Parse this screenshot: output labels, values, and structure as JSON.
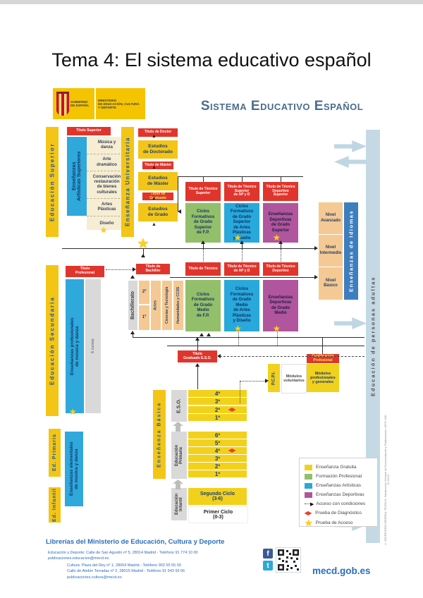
{
  "title": "Tema 4: El sistema educativo español",
  "logo": {
    "gobierno": "GOBIERNO\nDE ESPAÑA",
    "ministerio": "MINISTERIO\nDE EDUCACIÓN, CULTURA\nY DEPORTE"
  },
  "header": "Sistema Educativo Español",
  "icons": {
    "star": "★",
    "diamond": "◆",
    "arrow_up": "▲",
    "arrow_right": "▶"
  },
  "colors": {
    "yellow": "#F3C516",
    "red_label": "#E0352C",
    "cyan": "#29A8DC",
    "green": "#93BF6B",
    "purple": "#B1559E",
    "orange": "#F5C993",
    "adult_blue": "#C4D9E4",
    "idiomas_blue": "#3D7EBF",
    "footer_blue": "#2A6EBB"
  },
  "bars": {
    "superior": "Educación Superior",
    "secundaria": "Educación Secundaria",
    "ed_primaria": "Ed. Primaria",
    "ed_infantil": "Ed. Infantil",
    "basica": "Enseñanza Básica",
    "universitaria": "Enseñanza Universitaria",
    "adultos": "Educación de personas adultas"
  },
  "universidad": {
    "titulo_doctor": "Título de Doctor",
    "doctorado": "Estudios\nde Doctorado",
    "titulo_master": "Título de Máster",
    "master": "Estudios\nde Máster",
    "titulo_graduado": "Título de Graduado",
    "grado": "Estudios\nde Grado"
  },
  "artisticas": {
    "titulo": "Título Superior",
    "bar": "Enseñanzas\nArtísticas Superiores",
    "items": [
      "Música y\ndanza",
      "Arte\ndramático",
      "Conservación\nrestauración\nde bienes\nculturales",
      "Artes\nPlásticas",
      "Diseño"
    ]
  },
  "superior_fp": {
    "labels": [
      "Título de Técnico\nSuperior",
      "Título de Técnico\nSuperior\nde AP y D",
      "Título de Técnico\nDeportivo\nSuperior"
    ],
    "boxes": [
      "Ciclos\nFormativos\nde Grado\nSuperior\nde F.P.",
      "Ciclos\nFormativos\nde Grado\nSuperior\nde Artes\nPlásticas\ny Diseño",
      "Enseñanzas\nDeportivas\nde Grado\nSuperior"
    ]
  },
  "medio_fp": {
    "labels": [
      "Título de Técnico",
      "Título de Técnico\nde AP y D",
      "Título de Técnico\nDeportivo"
    ],
    "boxes": [
      "Ciclos\nFormativos\nde Grado\nMedio\nde F.P.",
      "Ciclos\nFormativos\nde Grado\nMedio\nde Artes\nPlásticas\ny Diseño",
      "Enseñanzas\nDeportivas\nde Grado\nMedio"
    ]
  },
  "bachillerato": {
    "titulo": "Título de\nBachiller",
    "bar": "Bachillerato",
    "cursos": [
      "2º",
      "1º"
    ],
    "modalidades": [
      "Artes",
      "Ciencias y Tecnología",
      "Humanidades y CCSS"
    ]
  },
  "musica": {
    "titulo_profesional": "Título\nProfesional",
    "profesionales": "Enseñanzas profesionales\nde música y danza",
    "cursos": "6 cursos",
    "elementales": "Enseñanzas elementales\nde música y danza"
  },
  "idiomas": {
    "bar": "Enseñanzas de Idiomas",
    "niveles": [
      "Nivel\nAvanzado",
      "Nivel\nIntermedio",
      "Nivel\nBásico"
    ]
  },
  "eso": {
    "bar": "E.S.O.",
    "titulo": "Título\nGraduado E.S.O.",
    "cursos": [
      "4º",
      "3º",
      "2º",
      "1º"
    ]
  },
  "pcpi": {
    "bar": "P.C.P.I.",
    "voluntarios": "Módulos\nvoluntarios",
    "cualificacion": "Cualificación\nProfesional",
    "profesionales": "Módulos\nprofesionales\ny generales"
  },
  "primaria": {
    "bar": "Educación\nPrimaria",
    "cursos": [
      "6º",
      "5º",
      "4º",
      "3º",
      "2º",
      "1º"
    ]
  },
  "infantil": {
    "bar": "Educación\nInfantil",
    "segundo": "Segundo Ciclo\n(3-6)",
    "primer": "Primer Ciclo\n(0-3)"
  },
  "legend": {
    "items": [
      {
        "icon": "swatch-yellow",
        "color": "#F2D11C",
        "label": "Enseñanza Gratuita"
      },
      {
        "icon": "swatch-green",
        "color": "#93BF6B",
        "label": "Formación Profesional"
      },
      {
        "icon": "swatch-cyan",
        "color": "#29A8DC",
        "label": "Enseñanzas Artísticas"
      },
      {
        "icon": "swatch-purple",
        "color": "#B1559E",
        "label": "Enseñanzas Deportivas"
      },
      {
        "icon": "dotted-arrow",
        "color": "#222222",
        "label": "Acceso con condiciones"
      },
      {
        "icon": "diamond",
        "color": "#E8432E",
        "label": "Prueba de Diagnóstico"
      },
      {
        "icon": "star",
        "color": "#F8D21C",
        "label": "Prueba de Acceso"
      }
    ]
  },
  "footer": {
    "heading": "Librerías del Ministerio de Educación, Cultura y Deporte",
    "educacion_block": "Educación y Deporte:  Calle de San Agustín nº 5, 28014 Madrid - Teléfono 91 774 10 00\npublicaciones.educacion@mecd.es",
    "cultura_block": "Cultura:  Plaza del Rey nº 1, 28004 Madrid - Teléfono 902 55 55 00\nCalle de Abdón Terradas nº 2, 28015 Madrid - Teléfono 91 543 93 66\npublicaciones.cultura@mecd.es",
    "facebook": "f",
    "twitter": "t",
    "site": "mecd.gob.es",
    "nipo": "© SECRETARÍA GENERAL TÉCNICA. Subdirección General de Documentación y Publicaciones. NIPO: 030-12-310-0"
  }
}
